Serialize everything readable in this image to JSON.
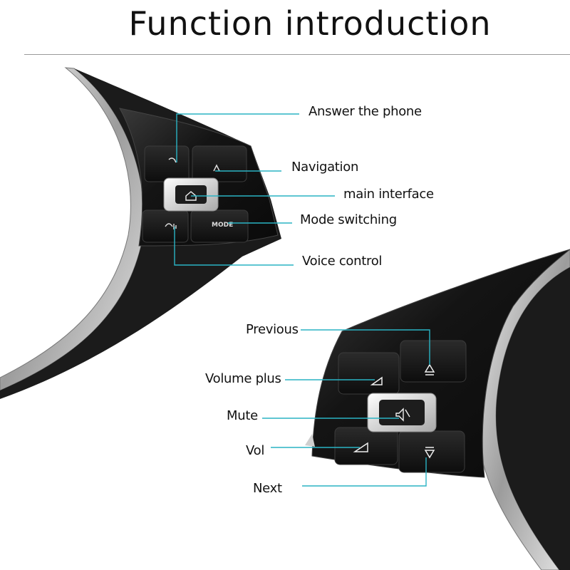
{
  "title": "Function introduction",
  "colors": {
    "callout_line": "#2ab3c4",
    "panel": "#151515",
    "chrome": "#d9d9d9"
  },
  "top_controller": {
    "labels": {
      "answer_phone": "Answer the phone",
      "navigation": "Navigation",
      "main_interface": "main interface",
      "mode_switching": "Mode switching",
      "voice_control": "Voice control"
    },
    "mode_button_text": "MODE",
    "icons": [
      "phone-icon",
      "navigation-arrow-icon",
      "home-icon",
      "voice-icon"
    ]
  },
  "bottom_controller": {
    "labels": {
      "previous": "Previous",
      "volume_plus": "Volume plus",
      "mute": "Mute",
      "vol": "Vol",
      "next": "Next"
    },
    "icons": [
      "previous-icon",
      "volume-up-icon",
      "mute-icon",
      "volume-down-icon",
      "next-icon"
    ]
  }
}
